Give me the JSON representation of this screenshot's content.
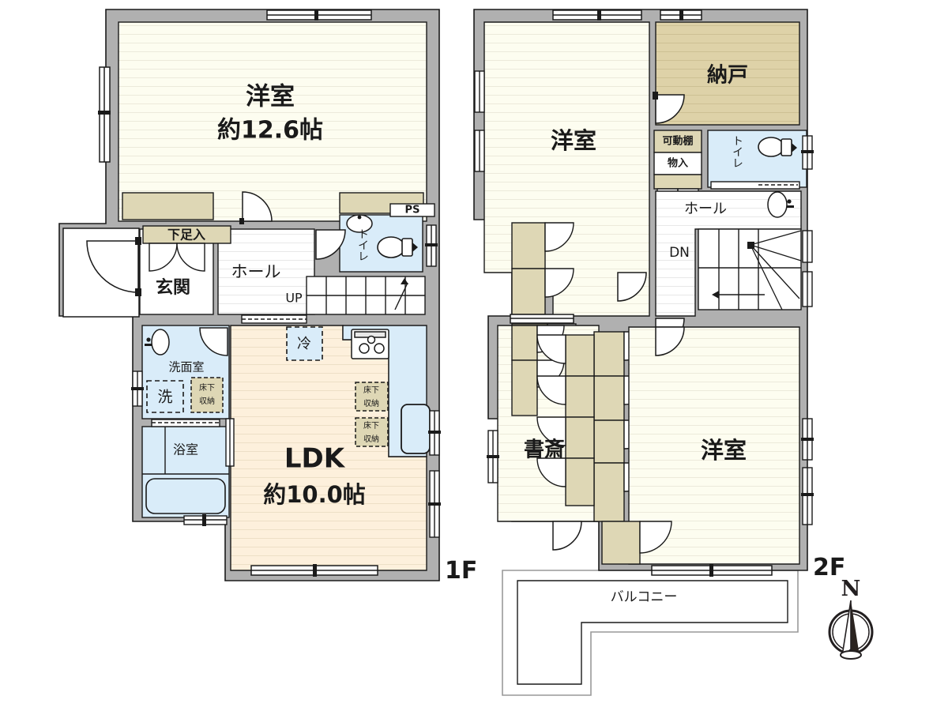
{
  "document": {
    "type": "residential-floor-plan",
    "floors": [
      "1F",
      "2F"
    ],
    "floor_labels": {
      "first": "1F",
      "second": "2F"
    },
    "compass": {
      "label": "N",
      "name": "north-compass"
    }
  },
  "colors": {
    "wall": "#b0b0b0",
    "wall_stroke": "#1a1a1a",
    "room_cream": "#fdfdf0",
    "room_ldk": "#fdf0dc",
    "room_storeroom": "#ded2a8",
    "closet_tan": "#ded7b5",
    "water_blue": "#d9ecf9",
    "hall_white": "#ffffff",
    "line": "#1a1a1a",
    "floor_line": "#e2ded0"
  },
  "floor1": {
    "name": "1F",
    "rooms": [
      {
        "id": "bedroom-1f",
        "label": "洋室",
        "area_label": "約12.6帖",
        "fill": "room_cream"
      },
      {
        "id": "ldk",
        "label": "LDK",
        "area_label": "約10.0帖",
        "fill": "room_ldk"
      },
      {
        "id": "hall-1f",
        "label": "ホール",
        "fill": "hall_white"
      },
      {
        "id": "genkan",
        "label": "玄関",
        "fill": "hall_white"
      },
      {
        "id": "washroom",
        "label": "洗面室",
        "fill": "water_blue"
      },
      {
        "id": "bathroom",
        "label": "浴室",
        "fill": "water_blue"
      },
      {
        "id": "toilet-1f",
        "label": "トイレ",
        "fill": "water_blue"
      }
    ],
    "fixtures": [
      {
        "id": "shoe-cabinet",
        "label": "下足入"
      },
      {
        "id": "pipe-shaft",
        "label": "PS"
      },
      {
        "id": "stairs-up",
        "label": "UP"
      },
      {
        "id": "refrigerator",
        "label": "冷"
      },
      {
        "id": "washing-machine",
        "label": "洗"
      },
      {
        "id": "underfloor-storage-washroom",
        "label": "床下収納"
      },
      {
        "id": "underfloor-storage-ldk-1",
        "label": "床下収納"
      },
      {
        "id": "underfloor-storage-ldk-2",
        "label": "床下収納"
      }
    ]
  },
  "floor2": {
    "name": "2F",
    "rooms": [
      {
        "id": "bedroom-2f-north",
        "label": "洋室",
        "fill": "room_cream"
      },
      {
        "id": "storeroom",
        "label": "納戸",
        "fill": "room_storeroom"
      },
      {
        "id": "hall-2f",
        "label": "ホール",
        "fill": "hall_white"
      },
      {
        "id": "toilet-2f",
        "label": "トイレ",
        "fill": "water_blue"
      },
      {
        "id": "study",
        "label": "書斎",
        "fill": "room_cream"
      },
      {
        "id": "bedroom-2f-south",
        "label": "洋室",
        "fill": "room_cream"
      },
      {
        "id": "balcony",
        "label": "バルコニー",
        "fill": "hall_white"
      }
    ],
    "fixtures": [
      {
        "id": "movable-shelf",
        "label": "可動棚"
      },
      {
        "id": "closet-monoire",
        "label": "物入"
      },
      {
        "id": "stairs-down",
        "label": "DN"
      }
    ]
  }
}
